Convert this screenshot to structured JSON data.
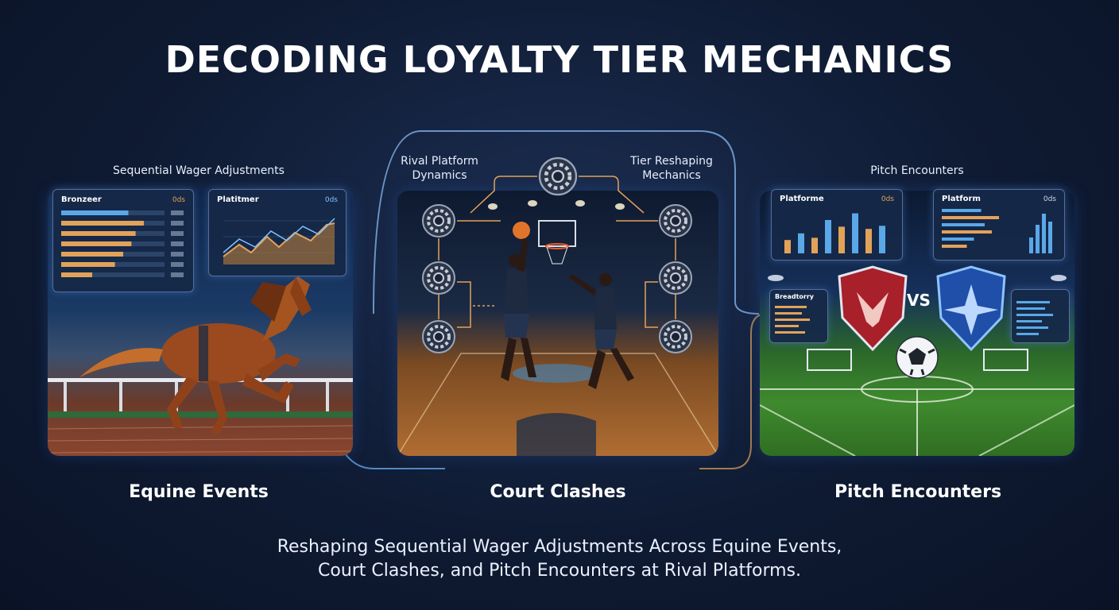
{
  "title": "DECODING LOYALTY TIER MECHANICS",
  "equine": {
    "label": "Sequential Wager Adjustments",
    "card1": {
      "title": "Bronzeer",
      "odds": "0ds",
      "bars": [
        0.65,
        0.8,
        0.72,
        0.68,
        0.6,
        0.52,
        0.3
      ]
    },
    "card2": {
      "title": "Platitmer",
      "odds": "0ds"
    },
    "caption": "Equine Events"
  },
  "court": {
    "label_left_line1": "Rival Platform",
    "label_left_line2": "Dynamics",
    "label_right_line1": "Tier Reshaping",
    "label_right_line2": "Mechanics",
    "caption": "Court Clashes"
  },
  "pitch": {
    "label": "Pitch Encounters",
    "card1": {
      "title": "Platforme",
      "odds": "0ds",
      "bars": [
        0.3,
        0.45,
        0.35,
        0.75,
        0.6,
        0.9,
        0.55,
        0.62
      ]
    },
    "card2": {
      "title": "Platform",
      "odds": "0ds",
      "bars": [
        0.55,
        0.8,
        0.6,
        0.7,
        0.45,
        0.35
      ]
    },
    "card3": {
      "title": "Breadtorry"
    },
    "vs": "VS",
    "caption": "Pitch Encounters"
  },
  "bottom": {
    "line1": "Reshaping Sequential Wager Adjustments Across Equine Events,",
    "line2": "Court Clashes, and Pitch Encounters at Rival Platforms."
  },
  "colors": {
    "accent": "#e3a25a",
    "blue": "#5aa8e8",
    "background": "#0f1b33"
  }
}
